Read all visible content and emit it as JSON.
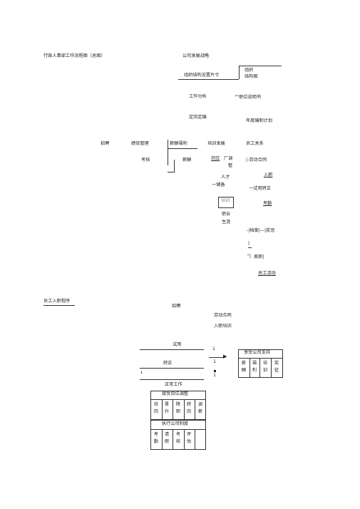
{
  "chart1": {
    "title": "行政人事部工作流程图（总图）",
    "strategy": "公司发展战略",
    "org_design": "组织结构设置片兮",
    "org_chart": "组织\n结构图",
    "job_analysis": "工作分析",
    "job_description": "亠职位说明书",
    "staffing": "定岗定编",
    "annual_plan": "年度编制计划",
    "recruit": "招聘",
    "performance": "绩效管理",
    "compensation": "薪酬福利",
    "training": "培训发展",
    "employee_relations": "员工关系",
    "assessment": "考核",
    "salary": "薪酬",
    "post": "岗位",
    "adjust_1": "厂调",
    "adjust_2": "整",
    "labor_contract": "|-劳动合同",
    "entry": "入职",
    "talent_1": "人才",
    "talent_2": "一储备",
    "probation_to_regular": "一试用转正",
    "training_box": "培训",
    "attendance": "考勤",
    "career_1": "职业",
    "career_2": "生涯",
    "archives": "-|档案|—|奖惩",
    "bar_glyph": "|",
    "leave_glyph": "\"|",
    "leave": "离职|",
    "activities": "员工活动"
  },
  "chart2": {
    "title": "员工入职程序",
    "recruit": "招聘",
    "labor_contract": "劳动合同",
    "entry_training": "入职培训",
    "probation": "试用",
    "regular": "转正",
    "marker_1": "1",
    "marker_2": "1",
    "marker_3": "1",
    "support_title": "享受公司支持",
    "support_items": [
      "薪酬",
      "福利",
      "培训",
      "奖征"
    ],
    "normal_work": "正常工作",
    "post_adjust_title": "接受岗位调整",
    "post_adjust_items": [
      "待岗",
      "晋升",
      "降职",
      "转岗",
      "调薪"
    ],
    "policy_title": "执行公司制度",
    "policy_items": [
      "考勤",
      "请假",
      "考核",
      "评估"
    ]
  }
}
